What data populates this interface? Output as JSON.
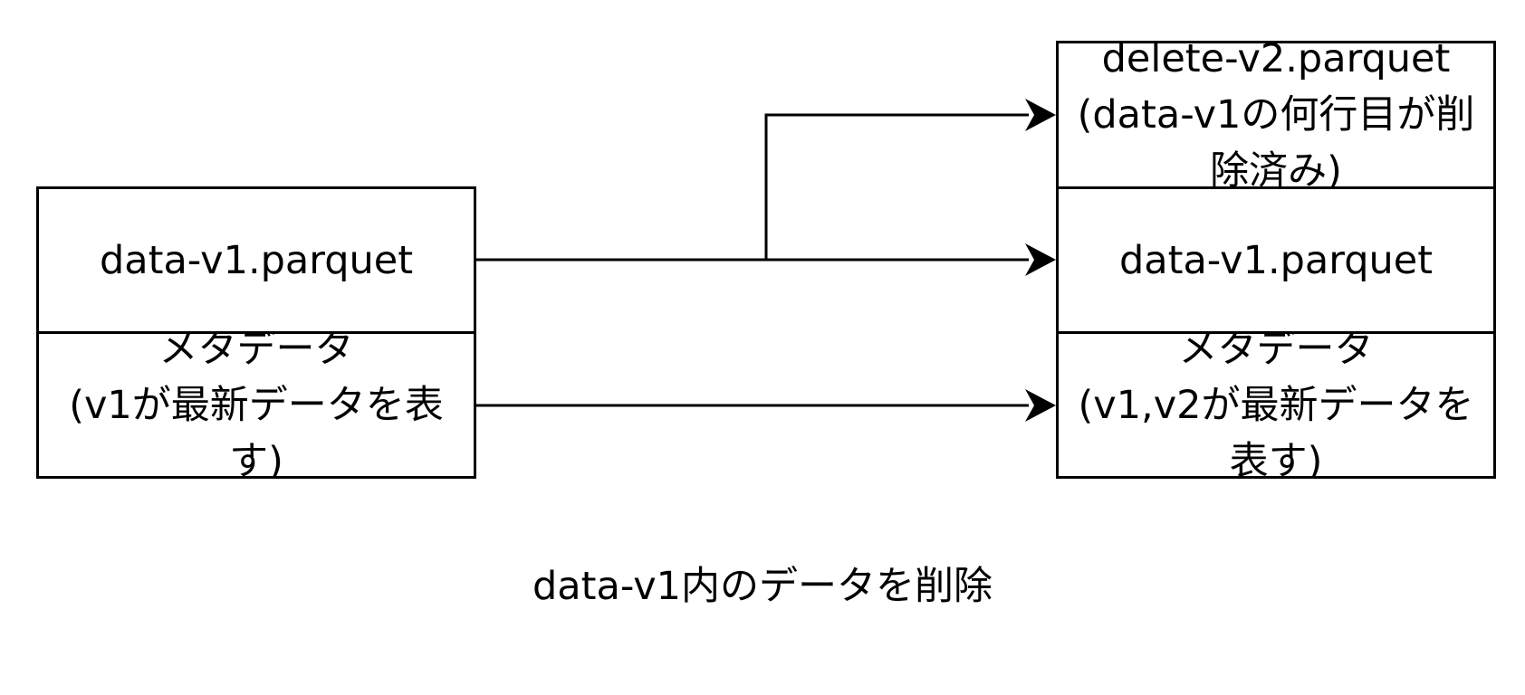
{
  "left_stack": {
    "data_box": "data-v1.parquet",
    "meta_box": "メタデータ\n(v1が最新データを表\nす)"
  },
  "right_stack": {
    "delete_box": "delete-v2.parquet\n(data-v1の何行目が削\n除済み)",
    "data_box": "data-v1.parquet",
    "meta_box": "メタデータ\n(v1,v2が最新データを\n表す)"
  },
  "caption": "data-v1内のデータを削除",
  "colors": {
    "stroke": "#000000",
    "fill": "#ffffff"
  }
}
